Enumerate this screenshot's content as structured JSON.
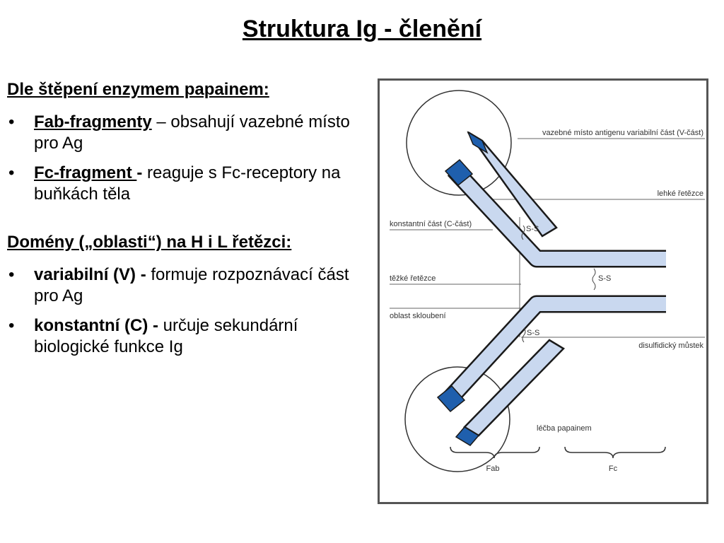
{
  "title": "Struktura Ig - členění",
  "section1": {
    "heading": "Dle štěpení enzymem papainem:",
    "items": [
      {
        "term": "Fab-fragmenty",
        "sep": " – ",
        "text": "obsahují vazebné místo pro Ag"
      },
      {
        "term": "Fc-fragment ",
        "sep": "- ",
        "text": "reaguje s Fc-receptory na buňkách těla"
      }
    ]
  },
  "section2": {
    "heading": "Domény („oblasti“) na H i L řetězci:",
    "items": [
      {
        "term": "variabilní (V) - ",
        "text": "formuje rozpoznávací část pro Ag"
      },
      {
        "term": "konstantní (C) - ",
        "text": "určuje sekundární biologické funkce Ig"
      }
    ]
  },
  "diagram": {
    "labels": {
      "binding_site": "vazebné místo antigenu variabilní část (V-část)",
      "light_chain": "lehké řetězce",
      "constant_part": "konstantní část (C-část)",
      "heavy_chain": "těžké řetězce",
      "hinge": "oblast skloubení",
      "disulfide": "disulfidický můstek",
      "papain": "léčba papainem",
      "fab": "Fab",
      "fc": "Fc",
      "ss": "S-S"
    },
    "colors": {
      "chain_fill": "#c9d8ef",
      "variable_fill": "#1f5fad",
      "outline": "#1a1a1a"
    }
  }
}
